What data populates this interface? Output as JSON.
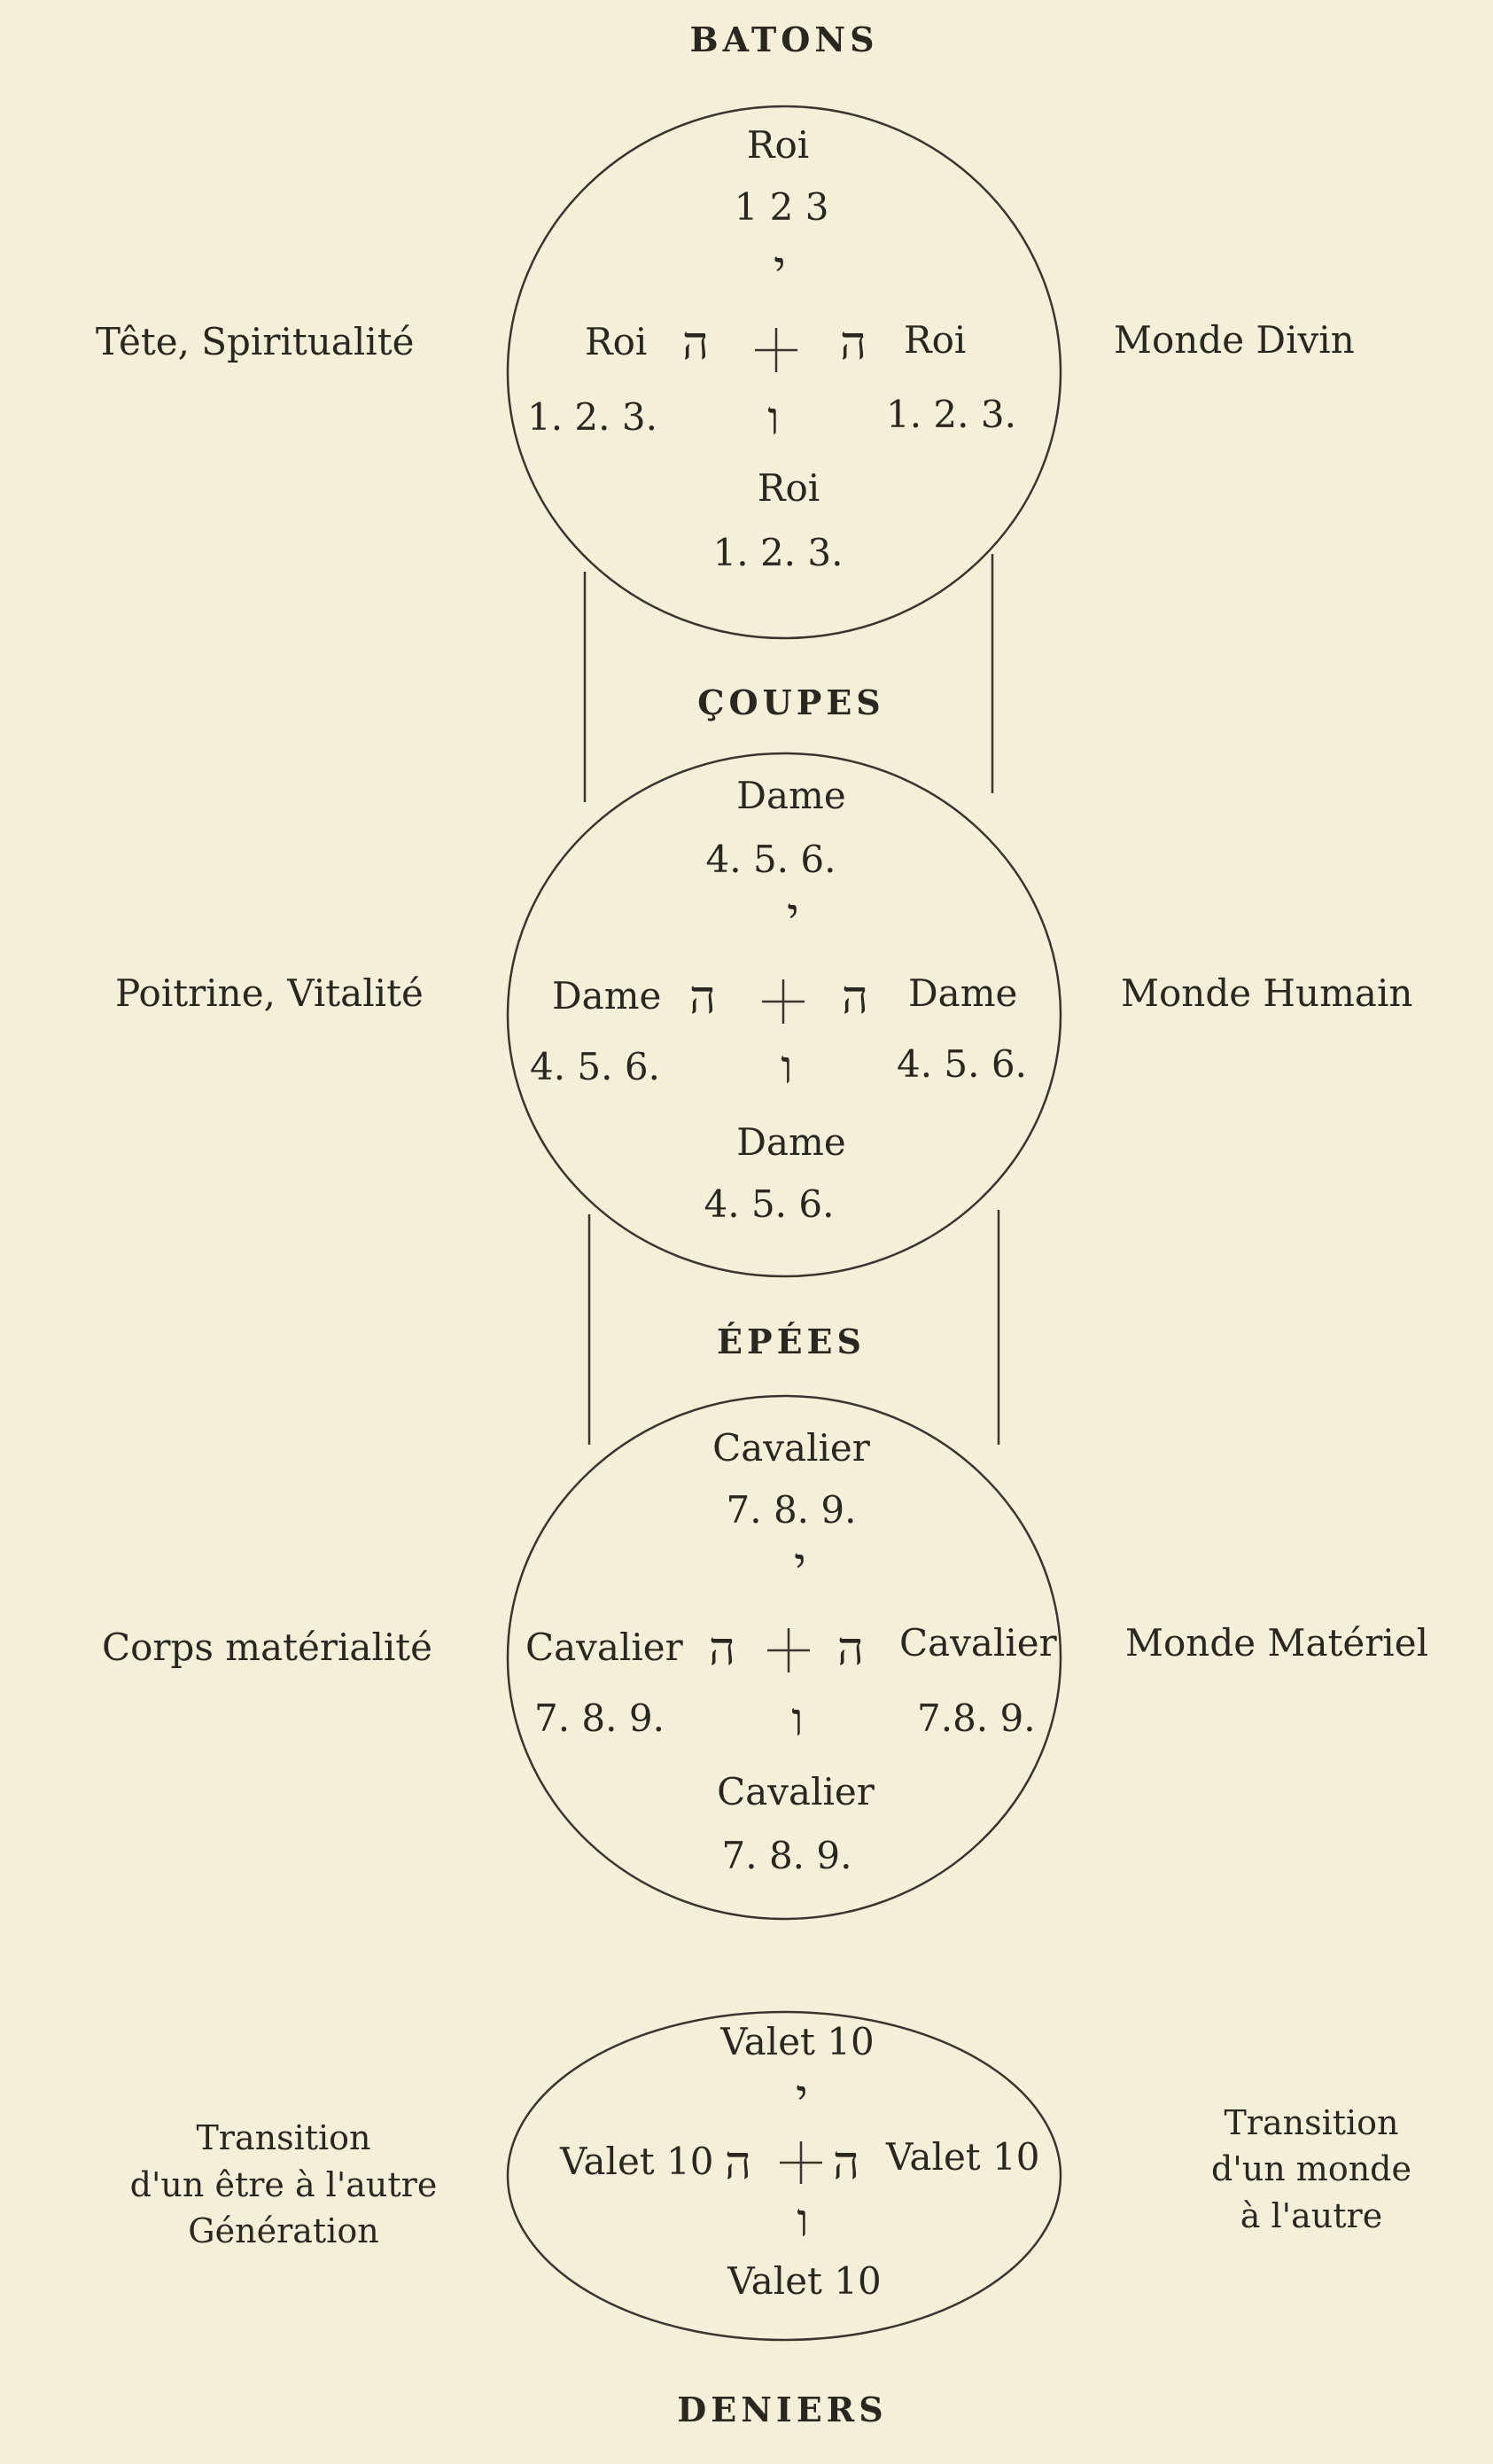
{
  "headers": {
    "batons": "BATONS",
    "coupes": "ÇOUPES",
    "epees": "ÉPÉES",
    "deniers": "DENIERS"
  },
  "hebrew": {
    "yod": "י",
    "he": "ה",
    "vav": "ו",
    "cross": "+"
  },
  "circles": [
    {
      "top_label": "Roi",
      "top_nums": "1 2 3",
      "left_label": "Roi",
      "left_nums": "1. 2. 3.",
      "right_label": "Roi",
      "right_nums": "1. 2. 3.",
      "bottom_label": "Roi",
      "bottom_nums": "1. 2. 3.",
      "side_left": "Tête, Spiritualité",
      "side_right": "Monde Divin"
    },
    {
      "top_label": "Dame",
      "top_nums": "4. 5. 6.",
      "left_label": "Dame",
      "left_nums": "4. 5. 6.",
      "right_label": "Dame",
      "right_nums": "4. 5. 6.",
      "bottom_label": "Dame",
      "bottom_nums": "4. 5. 6.",
      "side_left": "Poitrine, Vitalité",
      "side_right": "Monde Humain"
    },
    {
      "top_label": "Cavalier",
      "top_nums": "7. 8. 9.",
      "left_label": "Cavalier",
      "left_nums": "7. 8. 9.",
      "right_label": "Cavalier",
      "right_nums": "7.8. 9.",
      "bottom_label": "Cavalier",
      "bottom_nums": "7. 8. 9.",
      "side_left": "Corps matérialité",
      "side_right": "Monde Matériel"
    }
  ],
  "valet": {
    "top": "Valet 10",
    "left": "Valet 10",
    "right": "Valet 10",
    "bottom": "Valet 10",
    "side_left": [
      "Transition",
      "d'un être à l'autre",
      "Génération"
    ],
    "side_right": [
      "Transition",
      "d'un monde",
      "à l'autre"
    ]
  }
}
